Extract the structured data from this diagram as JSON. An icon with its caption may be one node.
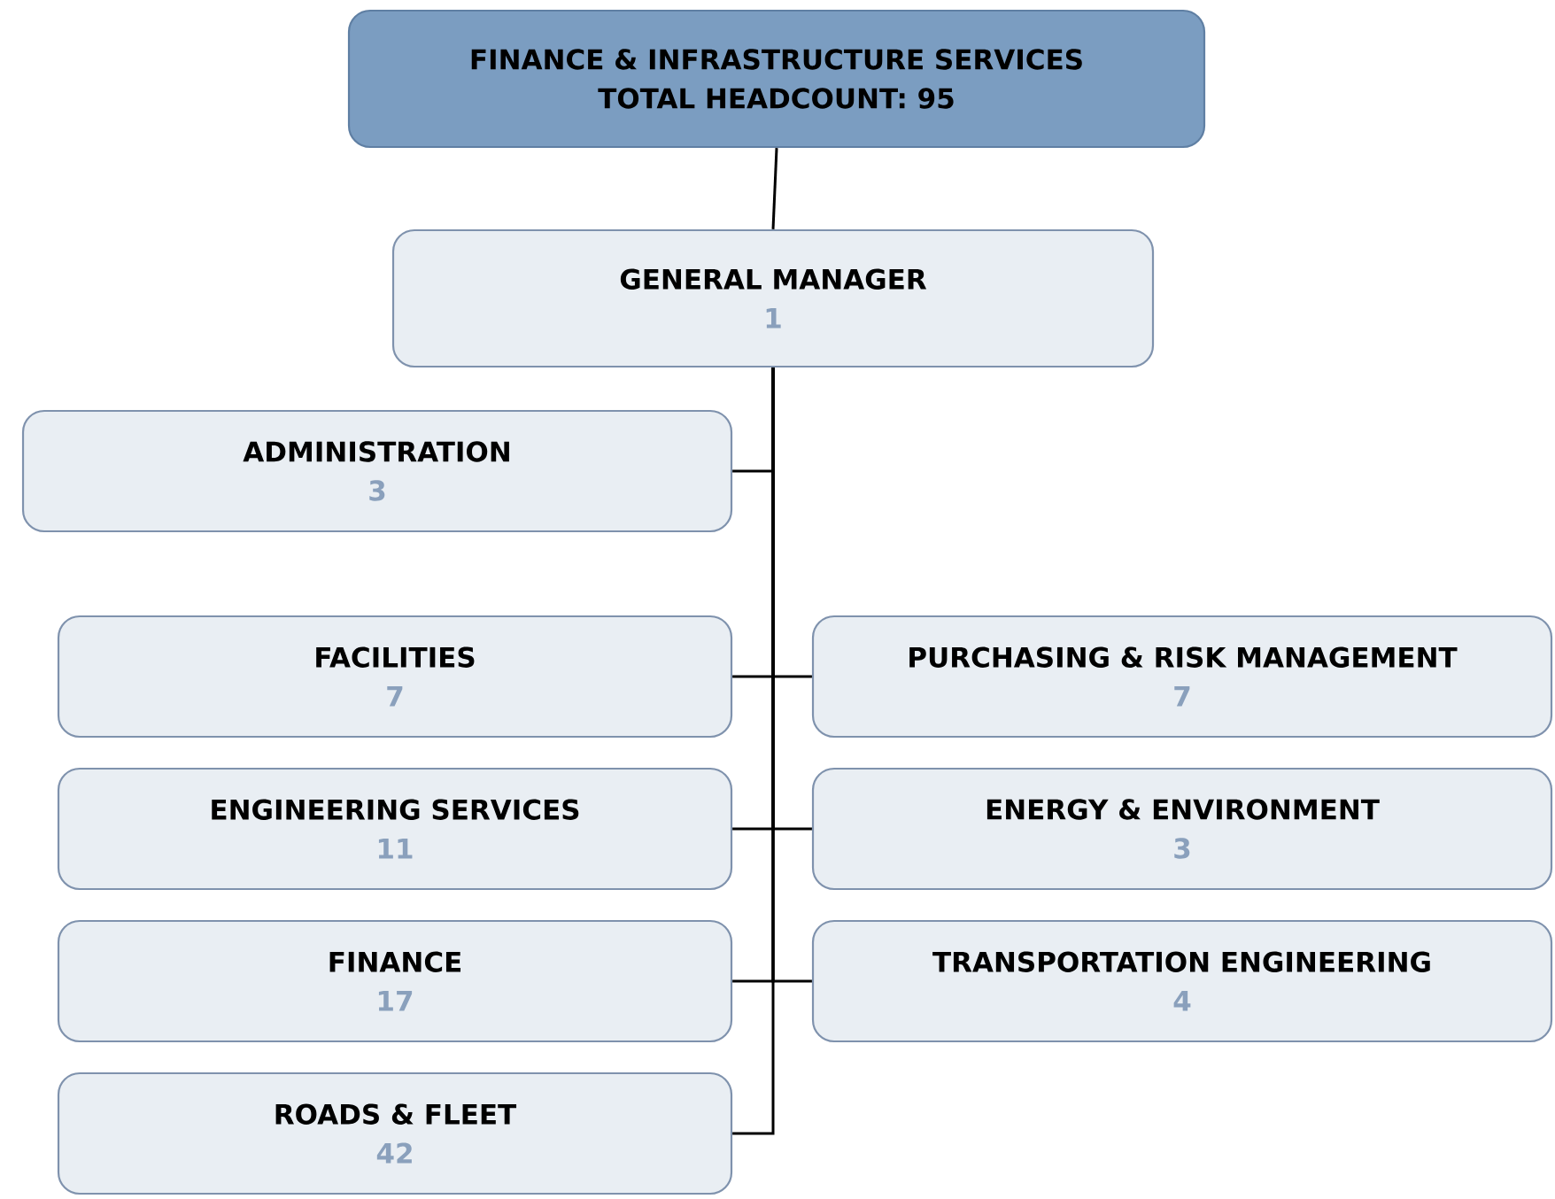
{
  "diagram": {
    "nodes": [
      {
        "text": [
          "FINANCE & INFRASTRUCTURE SERVICES",
          "TOTAL HEADCOUNT: 95"
        ]
      },
      {
        "text": [
          "GENERAL MANAGER",
          "1"
        ]
      },
      {
        "text": [
          "ADMINISTRATION",
          "3"
        ]
      },
      {
        "text": [
          "FACILITIES",
          "7"
        ]
      },
      {
        "text": [
          "PURCHASING & RISK MANAGEMENT",
          "7"
        ]
      },
      {
        "text": [
          "ENGINEERING SERVICES",
          "11"
        ]
      },
      {
        "text": [
          "ENERGY & ENVIRONMENT",
          "3"
        ]
      },
      {
        "text": [
          "FINANCE",
          "17"
        ]
      },
      {
        "text": [
          "TRANSPORTATION ENGINEERING",
          "4"
        ]
      },
      {
        "text": [
          "ROADS & FLEET",
          "42"
        ]
      }
    ],
    "edges": [
      {
        "from": 0,
        "to": 1,
        "arrow": "none"
      },
      {
        "from": 1,
        "to": 2,
        "arrow": "none"
      },
      {
        "from": 1,
        "to": 3,
        "arrow": "none"
      },
      {
        "from": 1,
        "to": 4,
        "arrow": "none"
      },
      {
        "from": 1,
        "to": 5,
        "arrow": "none"
      },
      {
        "from": 1,
        "to": 6,
        "arrow": "none"
      },
      {
        "from": 1,
        "to": 7,
        "arrow": "none"
      },
      {
        "from": 1,
        "to": 8,
        "arrow": "none"
      },
      {
        "from": 1,
        "to": 9,
        "arrow": "none"
      }
    ]
  }
}
